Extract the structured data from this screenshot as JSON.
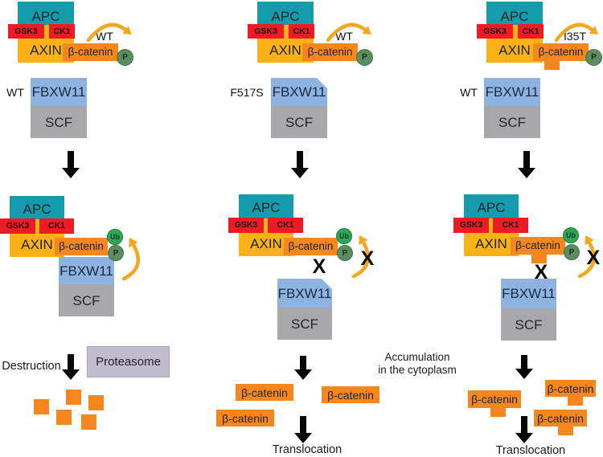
{
  "labels": {
    "apc": "APC",
    "gsk3": "GSK3",
    "ck1": "CK1",
    "axin": "AXIN",
    "beta_catenin": "β-catenin",
    "fbxw11": "FBXW11",
    "scf": "SCF",
    "phospho": "P",
    "ubiquitin": "Ub",
    "x": "X",
    "destruction": "Destruction",
    "proteasome": "Proteasome",
    "translocation": "Translocation"
  },
  "annotations": {
    "accumulation_line1": "Accumulation",
    "accumulation_line2": "in the cytoplasm"
  },
  "columns": [
    {
      "beta_catenin_variant": "WT",
      "fbxw11_variant": "WT"
    },
    {
      "beta_catenin_variant": "WT",
      "fbxw11_variant": "F517S"
    },
    {
      "beta_catenin_variant": "I35T",
      "fbxw11_variant": "WT"
    }
  ],
  "colors": {
    "apc": "#149CAC",
    "kinase_red": "#EC1B24",
    "axin": "#FCB116",
    "beta_catenin": "#F6871F",
    "fbxw11": "#8FB3E0",
    "scf": "#A8A8AA",
    "proteasome": "#C2BBCE",
    "ubiquitin_green": "#2FA557",
    "phospho_green": "#5C8C62",
    "arrow_gold": "#F2A71F"
  }
}
